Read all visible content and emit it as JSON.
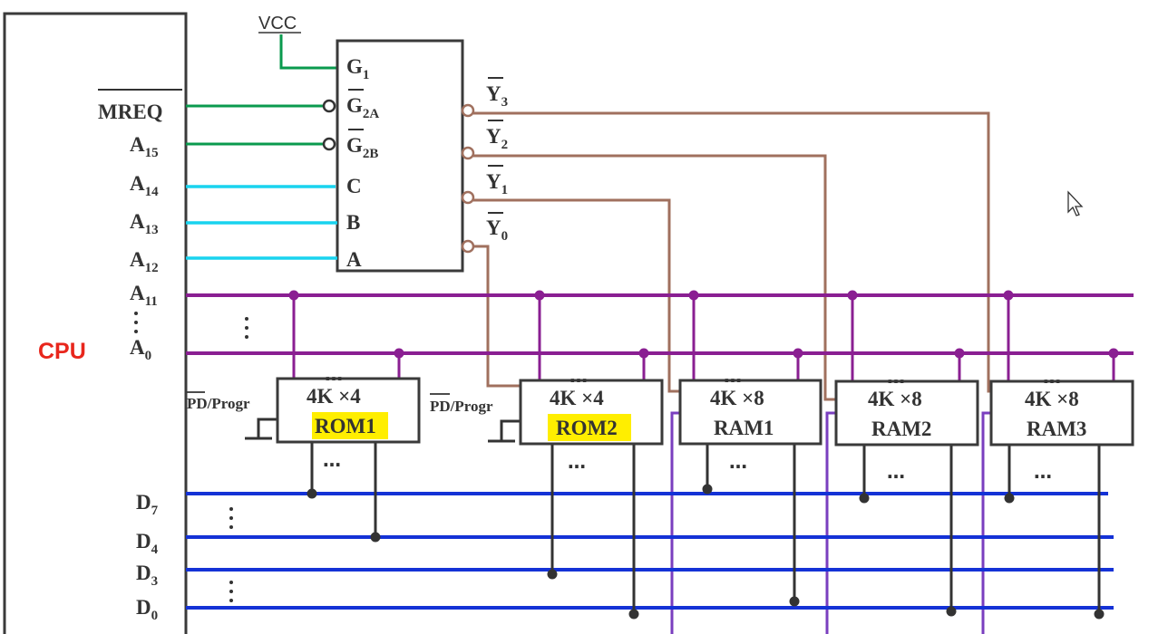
{
  "cpu": {
    "label": "CPU",
    "signals": {
      "mreq": "MREQ",
      "a15_base": "A",
      "a15_sub": "15",
      "a14_base": "A",
      "a14_sub": "14",
      "a13_base": "A",
      "a13_sub": "13",
      "a12_base": "A",
      "a12_sub": "12",
      "a11_base": "A",
      "a11_sub": "11",
      "a0_base": "A",
      "a0_sub": "0",
      "d7_base": "D",
      "d7_sub": "7",
      "d4_base": "D",
      "d4_sub": "4",
      "d3_base": "D",
      "d3_sub": "3",
      "d0_base": "D",
      "d0_sub": "0"
    }
  },
  "vcc": "VCC",
  "decoder": {
    "inputs": {
      "g1_base": "G",
      "g1_sub": "1",
      "g2a_base": "G",
      "g2a_sub": "2A",
      "g2b_base": "G",
      "g2b_sub": "2B",
      "c": "C",
      "b": "B",
      "a": "A"
    },
    "outputs": {
      "y3_base": "Y",
      "y3_sub": "3",
      "y2_base": "Y",
      "y2_sub": "2",
      "y1_base": "Y",
      "y1_sub": "1",
      "y0_base": "Y",
      "y0_sub": "0"
    }
  },
  "chips": [
    {
      "line1": "4K ×4",
      "line2": "ROM1",
      "highlight": true
    },
    {
      "line1": "4K ×4",
      "line2": "ROM2",
      "highlight": true
    },
    {
      "line1": "4K ×8",
      "line2": "RAM1",
      "highlight": false
    },
    {
      "line1": "4K ×8",
      "line2": "RAM2",
      "highlight": false
    },
    {
      "line1": "4K ×8",
      "line2": "RAM3",
      "highlight": false
    }
  ],
  "pd_label_1": "PD/Progr",
  "pd_label_2": "PD/Progr",
  "ellipsis": "…",
  "colors": {
    "control_wire": "#0a9a4e",
    "decoder_input_wire": "#19d3ef",
    "address_bus": "#8a1f92",
    "data_bus": "#1432d6",
    "select_wire": "#a0705e",
    "cpu_label": "#e8261c",
    "highlight": "#ffee00"
  }
}
